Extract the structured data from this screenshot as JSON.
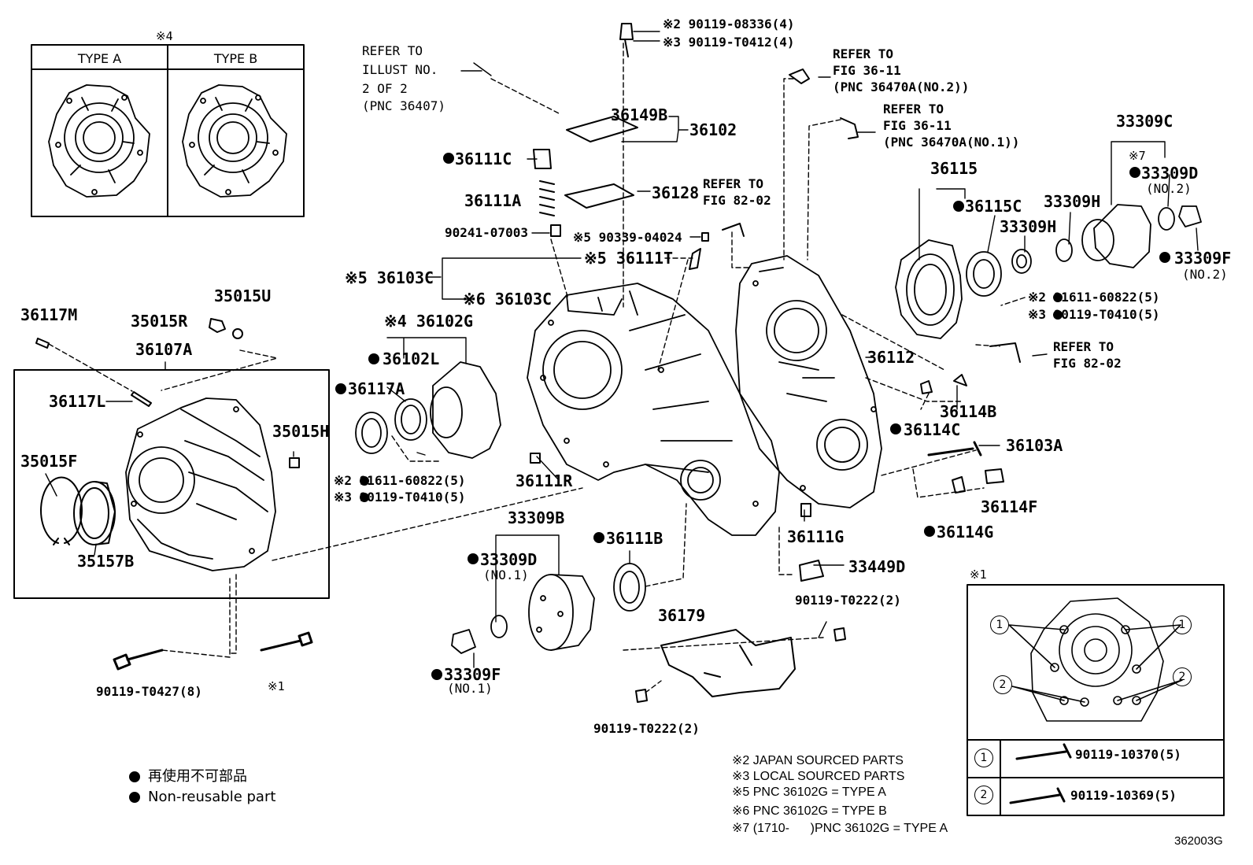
{
  "figure_id": "362003G",
  "inset_types": {
    "mark": "※4",
    "type_a": "TYPE A",
    "type_b": "TYPE B"
  },
  "inset_bolts": {
    "mark": "※1",
    "callouts": [
      "1",
      "1",
      "2",
      "2"
    ],
    "row1": {
      "num": "1",
      "part": "90119-10370(5)"
    },
    "row2": {
      "num": "2",
      "part": "90119-10369(5)"
    }
  },
  "refs": {
    "illust": [
      "REFER TO",
      "ILLUST NO.",
      "2 OF 2",
      "(PNC 36407)"
    ],
    "fig36_11_no2": [
      "REFER TO",
      "FIG 36-11",
      "(PNC 36470A(NO.2))"
    ],
    "fig36_11_no1": [
      "REFER TO",
      "FIG 36-11",
      "(PNC 36470A(NO.1))"
    ],
    "fig82_02_top": [
      "REFER TO",
      "FIG 82-02"
    ],
    "fig82_02_right": [
      "REFER TO",
      "FIG 82-02"
    ]
  },
  "parts": {
    "p_90119_08336": "※2 90119-08336(4)",
    "p_90119_T0412": "※3 90119-T0412(4)",
    "p36149B": "36149B",
    "p36102": "36102",
    "p36111C": "36111C",
    "p36111A": "36111A",
    "p36128": "36128",
    "p90241": "90241-07003",
    "p90339": "※5 90339-04024",
    "p36111T": "※5 36111T",
    "p36103C_a": "※5 36103C",
    "p36103C_b": "※6 36103C",
    "p35015U": "35015U",
    "p35015R": "35015R",
    "p36117M": "36117M",
    "p36107A": "36107A",
    "p36117L": "36117L",
    "p35015H": "35015H",
    "p35015F": "35015F",
    "p35157B": "35157B",
    "p36102G": "※4 36102G",
    "p36102L": "36102L",
    "p36117A": "36117A",
    "p91611_left": "※2 91611-60822(5)",
    "p90119_T0410_left": "※3 90119-T0410(5)",
    "p36111R": "36111R",
    "p33309B": "33309B",
    "p33309D_1": "33309D",
    "p33309D_1_sub": "(NO.1)",
    "p33309F_1": "33309F",
    "p33309F_1_sub": "(NO.1)",
    "p36111B": "36111B",
    "p36179": "36179",
    "p90119_T0222_a": "90119-T0222(2)",
    "p90119_T0222_b": "90119-T0222(2)",
    "p33449D": "33449D",
    "p36111G": "36111G",
    "p36112": "36112",
    "p36115": "36115",
    "p36115C": "36115C",
    "p33309C": "33309C",
    "p33309D_2_mark": "※7",
    "p33309D_2": "33309D",
    "p33309D_2_sub": "(NO.2)",
    "p33309H_a": "33309H",
    "p33309H_b": "33309H",
    "p33309F_2": "33309F",
    "p33309F_2_sub": "(NO.2)",
    "p91611_right": "※2 91611-60822(5)",
    "p90119_T0410_right": "※3 90119-T0410(5)",
    "p36114B": "36114B",
    "p36114C": "36114C",
    "p36103A": "36103A",
    "p36114F": "36114F",
    "p36114G": "36114G",
    "p90119_T0427": "90119-T0427(8)",
    "mark_1": "※1"
  },
  "notes": [
    "※2 JAPAN SOURCED PARTS",
    "※3 LOCAL SOURCED PARTS",
    "※5 PNC 36102G = TYPE A",
    "※6 PNC 36102G = TYPE B",
    "※7 (1710-      )PNC 36102G = TYPE A"
  ],
  "legend": {
    "jp": "再使用不可部品",
    "en": "Non-reusable part"
  }
}
